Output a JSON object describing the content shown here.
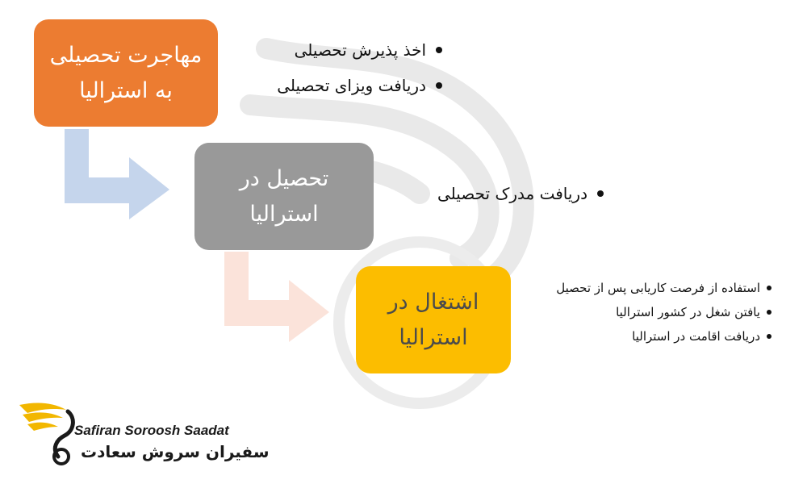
{
  "steps": [
    {
      "label": "مهاجرت تحصیلی\nبه استرالیا",
      "color": "#ec7c31"
    },
    {
      "label": "تحصیل در\nاسترالیا",
      "color": "#999999"
    },
    {
      "label": "اشتغال در\nاسترالیا",
      "color": "#fcbd00"
    }
  ],
  "bullets": {
    "step1": [
      "اخذ پذیرش تحصیلی",
      "دریافت ویزای تحصیلی"
    ],
    "step2": [
      "دریافت مدرک تحصیلی"
    ],
    "step3": [
      "استفاده از فرصت کاریابی پس از تحصیل",
      "یافتن شغل در کشور استرالیا",
      "دریافت اقامت در استرالیا"
    ]
  },
  "arrow_colors": [
    "#c5d5ec",
    "#fbe3da"
  ],
  "logo": {
    "english": "Safiran Soroosh Saadat",
    "persian": "سفیران سروش سعادت",
    "brand_color": "#f2b700"
  }
}
